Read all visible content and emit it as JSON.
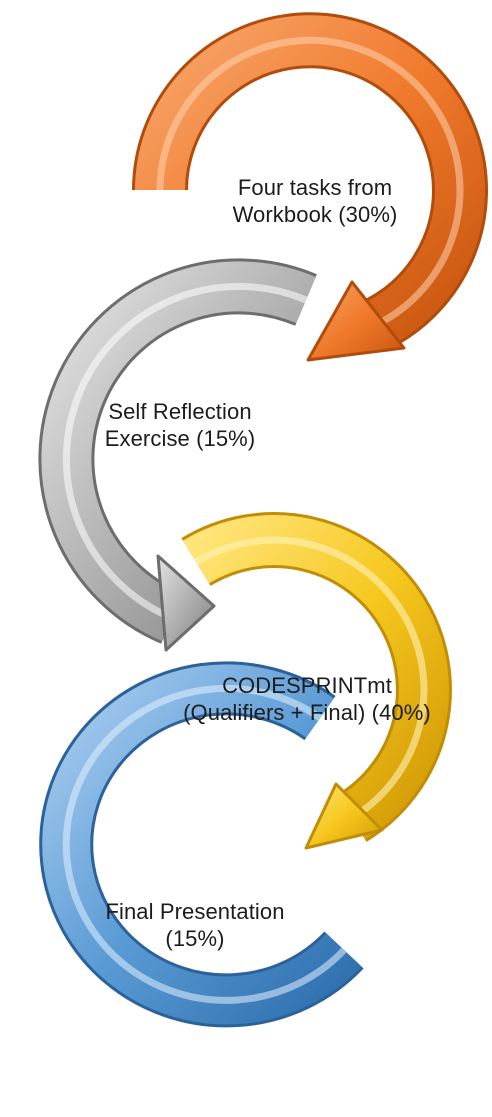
{
  "steps": [
    {
      "line1": "Four tasks from",
      "line2": "Workbook (30%)",
      "color": "#f07a2c"
    },
    {
      "line1": "Self Reflection",
      "line2": "Exercise (15%)",
      "color": "#a9a9a9"
    },
    {
      "line1": "CODESPRINTmt",
      "line2": "(Qualifiers + Final) (40%)",
      "color": "#f2c318"
    },
    {
      "line1": "Final Presentation",
      "line2": "(15%)",
      "color": "#5b9bd5"
    }
  ]
}
